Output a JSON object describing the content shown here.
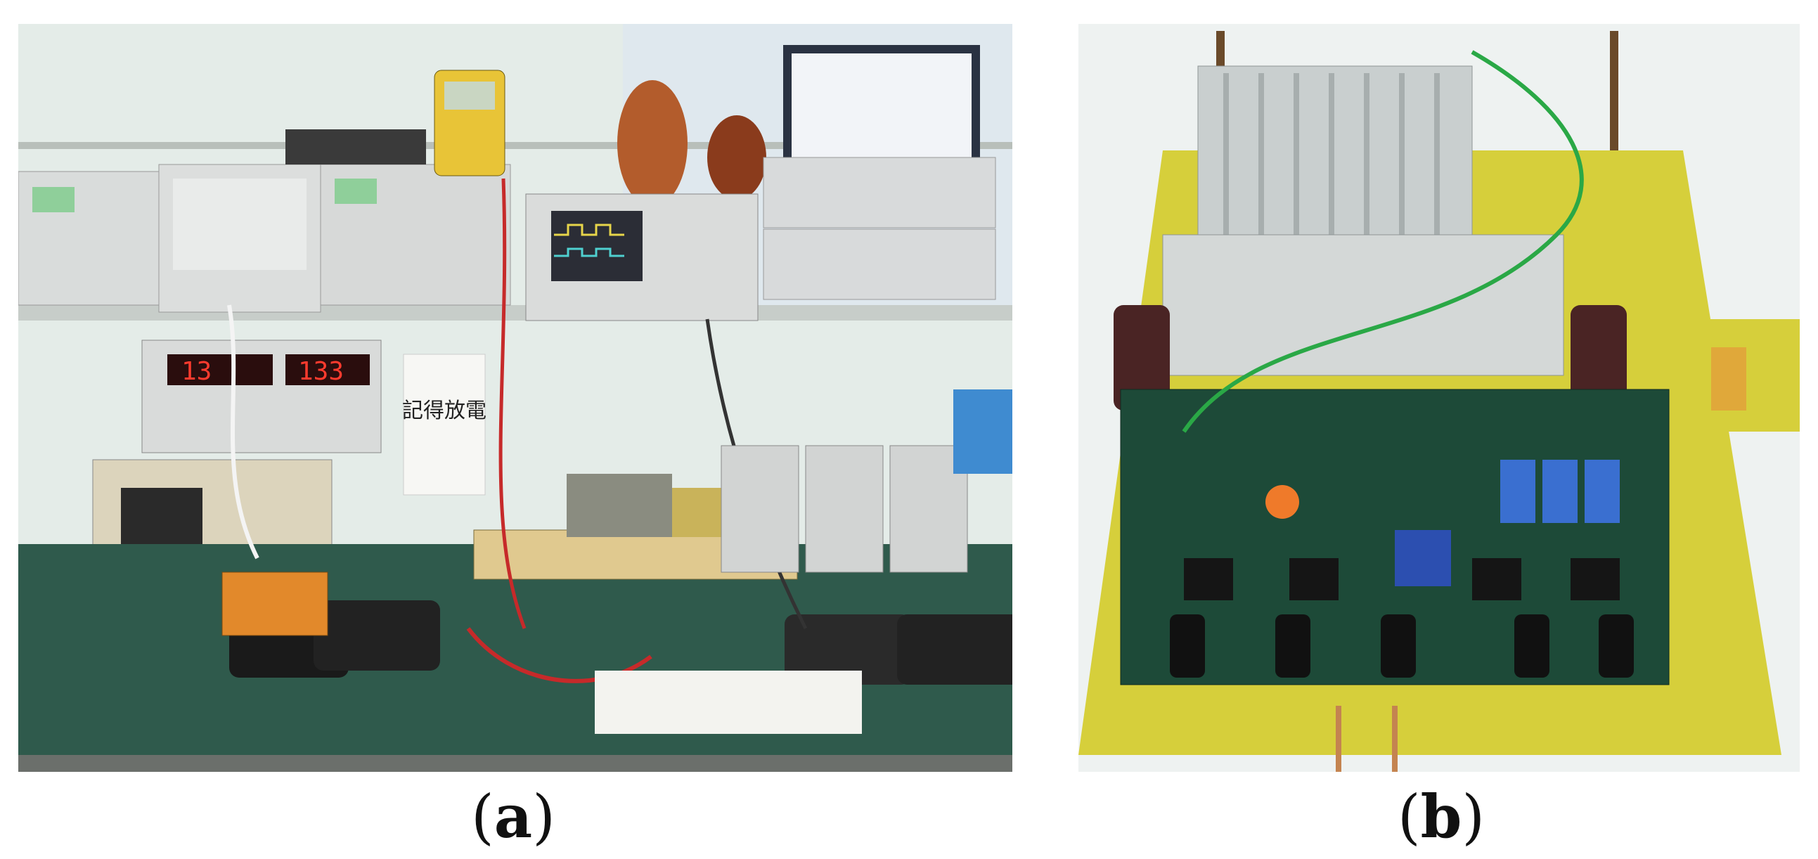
{
  "figure": {
    "panel_a": {
      "caption_open": "(",
      "caption_letter": "a",
      "caption_close": ")",
      "photo_description_icons": [
        "laboratory-bench-photo"
      ],
      "display_readout_left": "13",
      "display_readout_right": "133",
      "sign_text": "記得放電"
    },
    "panel_b": {
      "caption_open": "(",
      "caption_letter": "b",
      "caption_close": ")",
      "photo_description_icons": [
        "circuit-board-photo"
      ]
    }
  },
  "colors": {
    "bench_green": "#2f5a4c",
    "pcb_green": "#1d4a38",
    "fr4_yellow": "#d8d23a",
    "heatsink": "#c9cfcf"
  }
}
